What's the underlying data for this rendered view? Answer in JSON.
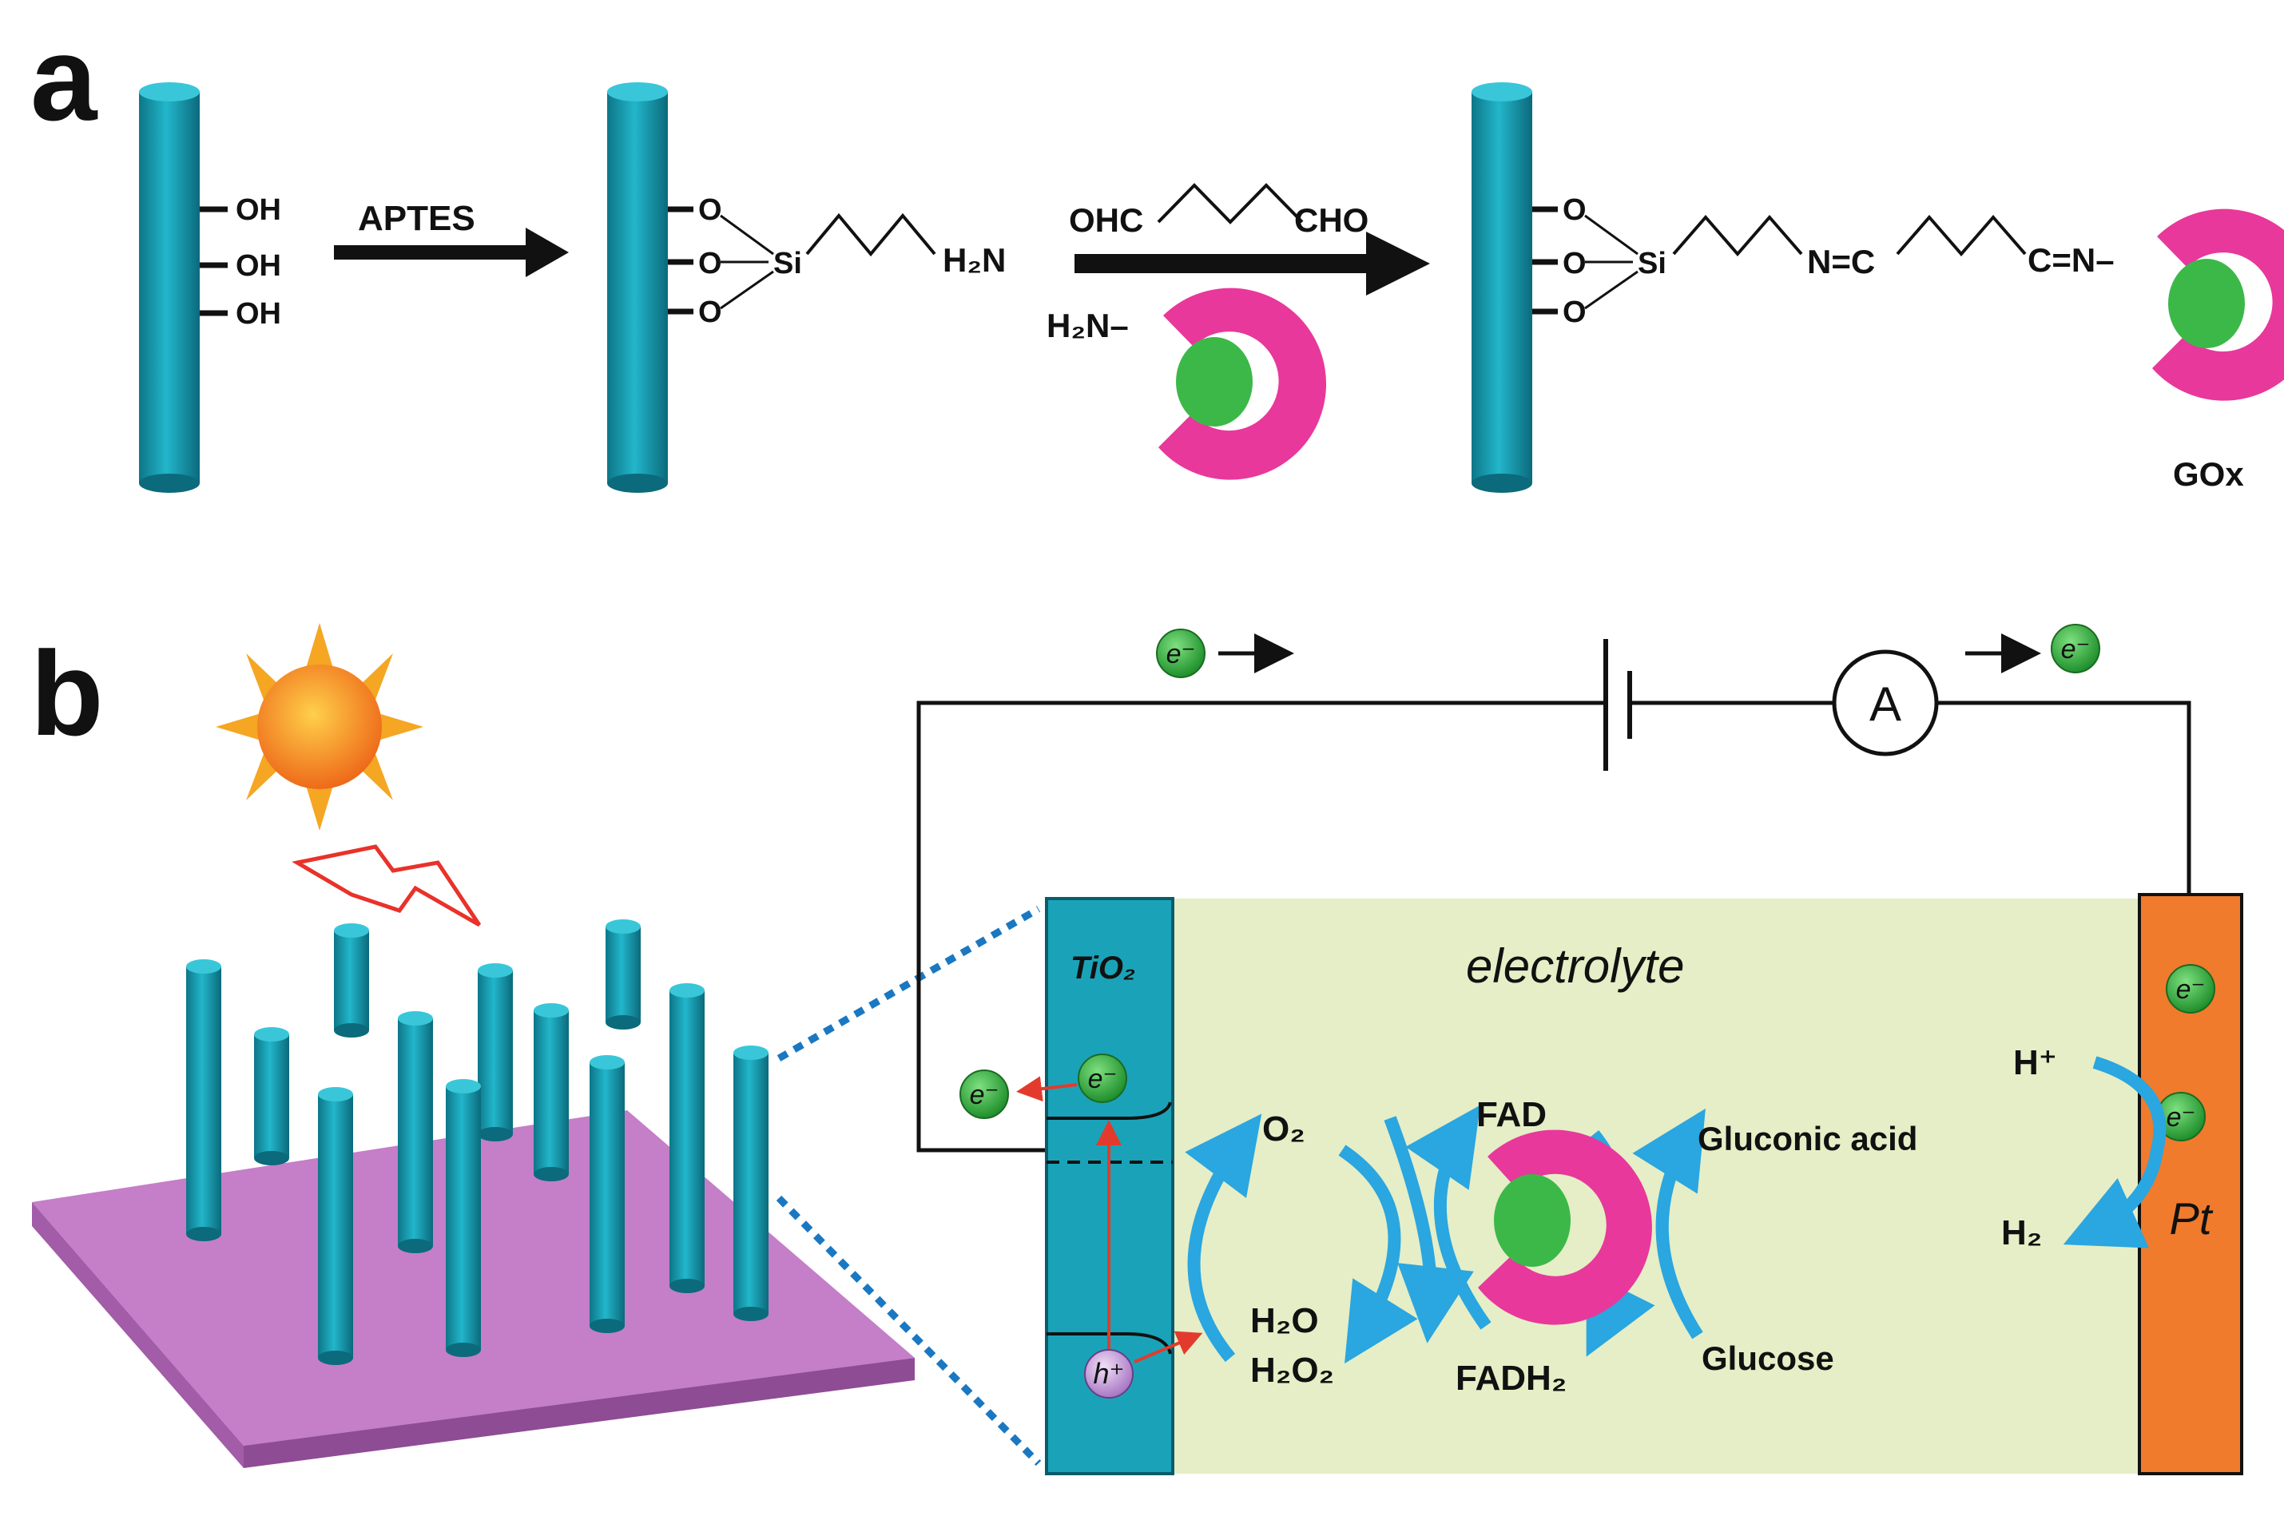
{
  "panels": {
    "a": {
      "label": "a",
      "oh": "OH",
      "aptes": "APTES",
      "o": "O",
      "si": "Si",
      "h2n": "H₂N",
      "ohc": "OHC",
      "cho": "CHO",
      "h2n_enzyme": "H₂N–",
      "nc": "N=C",
      "cn": "C=N–",
      "gox": "GOx"
    },
    "b": {
      "label": "b",
      "ammeter": "A",
      "tio2": "TiO₂",
      "electrolyte": "electrolyte",
      "pt": "Pt",
      "e": "e⁻",
      "h_plus_hole": "h⁺",
      "o2": "O₂",
      "h2o": "H₂O",
      "h2o2": "H₂O₂",
      "fad": "FAD",
      "fadh2": "FADH₂",
      "gluconic": "Gluconic acid",
      "glucose": "Glucose",
      "h_plus": "H⁺",
      "h2": "H₂"
    }
  },
  "colors": {
    "rod": "#1aa3b8",
    "rod_dark": "#0e7e90",
    "enzyme": "#e8389b",
    "enzyme_core": "#3cb849",
    "substrate": "#c57ec8",
    "electrolyte": "#e5eec6",
    "pt": "#f07b2c",
    "electron": "#3cb849",
    "hole": "#c79bd9",
    "cycle_arrow": "#2aa6e0",
    "lightning": "#e8322a",
    "sun": "#f28a1c"
  }
}
